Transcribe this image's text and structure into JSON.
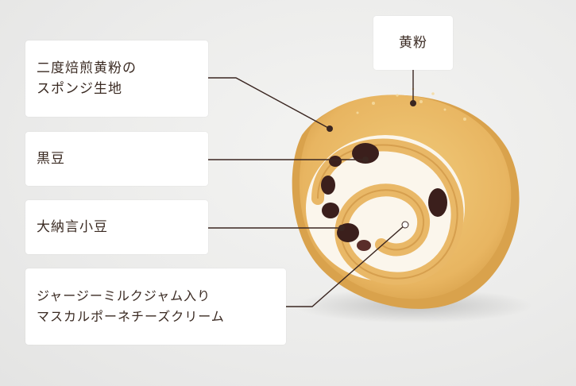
{
  "callouts": {
    "kinako": {
      "label": "黄粉"
    },
    "sponge": {
      "line1": "二度焙煎黄粉の",
      "line2": "スポンジ生地"
    },
    "kuromame": {
      "label": "黒豆"
    },
    "dainagon": {
      "label": "大納言小豆"
    },
    "cream": {
      "line1": "ジャージーミルクジャム入り",
      "line2": "マスカルポーネチーズクリーム"
    }
  },
  "colors": {
    "leader_line": "#3a2621",
    "sponge_outer": "#e6b35c",
    "sponge_inner": "#f0cf82",
    "cream": "#fbf6ec",
    "bean": "#3b1f1c"
  }
}
